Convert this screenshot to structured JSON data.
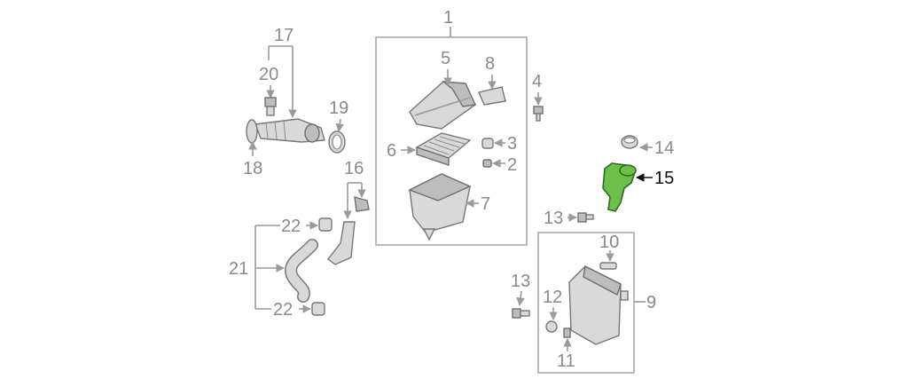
{
  "callouts": {
    "c1": "1",
    "c2": "2",
    "c3": "3",
    "c4": "4",
    "c5": "5",
    "c6": "6",
    "c7": "7",
    "c8": "8",
    "c9": "9",
    "c10": "10",
    "c11": "11",
    "c12": "12",
    "c13a": "13",
    "c13b": "13",
    "c14": "14",
    "c15": "15",
    "c16": "16",
    "c17": "17",
    "c18": "18",
    "c19": "19",
    "c20": "20",
    "c21": "21",
    "c22a": "22",
    "c22b": "22"
  },
  "colors": {
    "highlight": "#6cc04a",
    "part": "#d9d9d9",
    "label": "#8a8a8a",
    "highlight_label": "#111111"
  }
}
